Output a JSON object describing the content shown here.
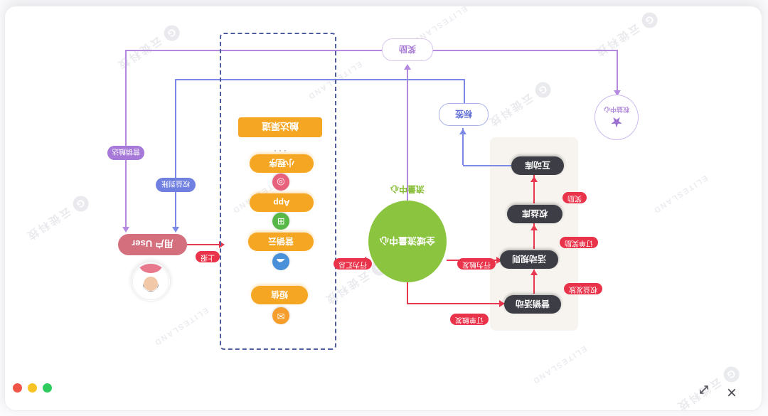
{
  "window": {
    "close_label": "×",
    "controls": {
      "green": "#2ecc5e",
      "yellow": "#f7c325",
      "red": "#f05548"
    }
  },
  "watermark": {
    "logo": "G",
    "company": "云徙科技",
    "brand": "ELITESLAND"
  },
  "flow": {
    "user": {
      "label": "用户 User"
    },
    "channels": {
      "title": "触达渠道",
      "more": "···",
      "items": [
        {
          "label": "短信",
          "icon": "✉",
          "color": "#f59e2c"
        },
        {
          "label": "营销云",
          "icon": "☁",
          "color": "#4a90d9"
        },
        {
          "label": "App",
          "icon": "⊞",
          "color": "#57b847"
        },
        {
          "label": "小程序",
          "icon": "◎",
          "color": "#e8617c"
        }
      ]
    },
    "traffic": {
      "center": "全域流量中心",
      "caption": "流量中心"
    },
    "chain": [
      {
        "label": "营销活动"
      },
      {
        "label": "活动规则"
      },
      {
        "label": "权益库"
      },
      {
        "label": "互动库"
      }
    ],
    "edges": {
      "report": "上报",
      "behavior_summary": "行为汇总",
      "behavior_trigger": "行为触发",
      "order_trigger": "订单触发",
      "benefit_grant": "权益发放",
      "order_reward": "订单奖励",
      "reward": "奖励"
    },
    "reward_node": "奖励",
    "tag_node": "标签",
    "benefit_center": {
      "label": "权益中心",
      "star": "★"
    },
    "callbacks": {
      "marketing_reach": "营销触达",
      "benefit_arrival": "权益到账"
    }
  }
}
